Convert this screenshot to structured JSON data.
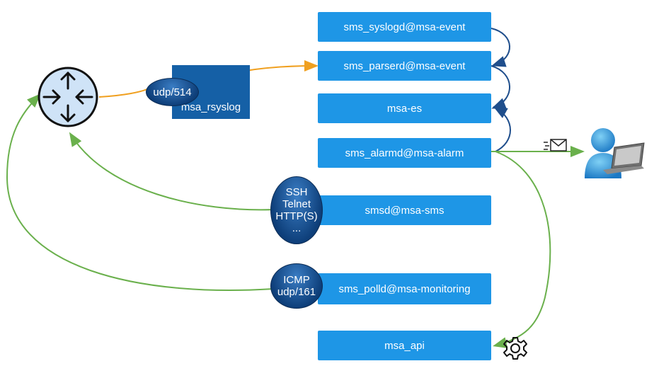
{
  "services": {
    "syslogd": "sms_syslogd@msa-event",
    "parserd": "sms_parserd@msa-event",
    "es": "msa-es",
    "alarmd": "sms_alarmd@msa-alarm",
    "smsd": "smsd@msa-sms",
    "polld": "sms_polld@msa-monitoring",
    "api": "msa_api"
  },
  "rsyslog": {
    "label": "msa_rsyslog",
    "port_label": "udp/514"
  },
  "protocols": {
    "sms": [
      "SSH",
      "Telnet",
      "HTTP(S)",
      "..."
    ],
    "monitoring": [
      "ICMP",
      "udp/161"
    ]
  },
  "icons": {
    "router": "router-icon",
    "user": "user-laptop-icon",
    "mail": "envelope-icon",
    "api": "gear-icon"
  },
  "colors": {
    "service_box": "#1e96e6",
    "rsyslog_box": "#1560a6",
    "syslog_flow": "#f0a020",
    "chain_arrow": "#1f4e8c",
    "alert_flow": "#6ab04c"
  }
}
